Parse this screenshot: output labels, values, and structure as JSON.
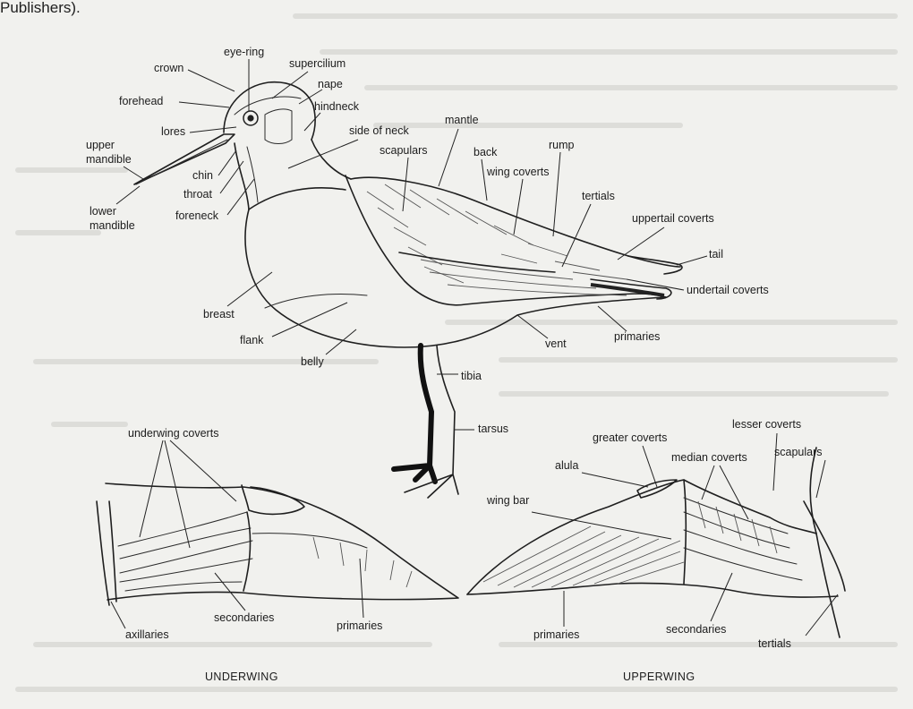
{
  "header": {
    "bleed_text": "Publishers)."
  },
  "bird": {
    "labels": {
      "eye_ring": "eye-ring",
      "crown": "crown",
      "supercilium": "supercilium",
      "nape": "nape",
      "forehead": "forehead",
      "hindneck": "hindneck",
      "lores": "lores",
      "side_of_neck": "side of neck",
      "mantle": "mantle",
      "upper_mandible": "upper\nmandible",
      "scapulars": "scapulars",
      "back": "back",
      "rump": "rump",
      "chin": "chin",
      "wing_coverts": "wing coverts",
      "throat": "throat",
      "tertials": "tertials",
      "lower_mandible": "lower\nmandible",
      "foreneck": "foreneck",
      "uppertail_coverts": "uppertail coverts",
      "tail": "tail",
      "undertail_coverts": "undertail coverts",
      "breast": "breast",
      "primaries": "primaries",
      "flank": "flank",
      "vent": "vent",
      "belly": "belly",
      "tibia": "tibia",
      "tarsus": "tarsus"
    }
  },
  "underwing": {
    "caption": "UNDERWING",
    "labels": {
      "underwing_coverts": "underwing coverts",
      "axillaries": "axillaries",
      "secondaries": "secondaries",
      "primaries": "primaries"
    }
  },
  "upperwing": {
    "caption": "UPPERWING",
    "labels": {
      "greater_coverts": "greater coverts",
      "lesser_coverts": "lesser coverts",
      "median_coverts": "median coverts",
      "scapulars": "scapulars",
      "alula": "alula",
      "wing_bar": "wing bar",
      "primaries": "primaries",
      "secondaries": "secondaries",
      "tertials": "tertials"
    }
  },
  "colors": {
    "paper": "#f1f1ee",
    "ink": "#1c1c1c",
    "bleed_through": "#bdbdb8"
  }
}
